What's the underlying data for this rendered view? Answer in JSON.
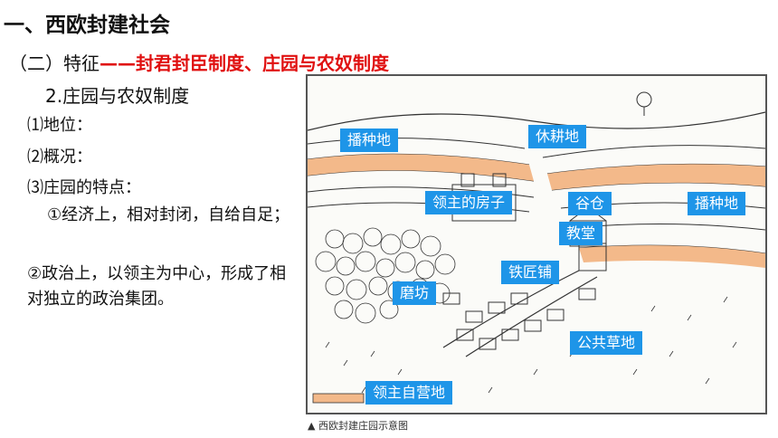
{
  "heading": "一、西欧封建社会",
  "subheading": {
    "prefix": "（二）特征",
    "highlight": "——封君封臣制度、庄园与农奴制度"
  },
  "section": "2.庄园与农奴制度",
  "items": [
    "⑴地位：",
    "⑵概况：",
    "⑶庄园的特点："
  ],
  "points": [
    "①经济上，相对封闭，自给自足；",
    "②政治上，以领主为中心，形成了相对独立的政治集团。"
  ],
  "figure": {
    "caption": "▲ 西欧封建庄园示意图",
    "labels": {
      "sown_left": "播种地",
      "fallow": "休耕地",
      "lord_house": "领主的房子",
      "granary": "谷仓",
      "sown_right": "播种地",
      "church": "教堂",
      "blacksmith": "铁匠铺",
      "mill": "磨坊",
      "common": "公共草地",
      "demesne": "领主自营地"
    },
    "colors": {
      "label_bg": "#1e95e8",
      "field_orange": "#f3b98a"
    }
  }
}
